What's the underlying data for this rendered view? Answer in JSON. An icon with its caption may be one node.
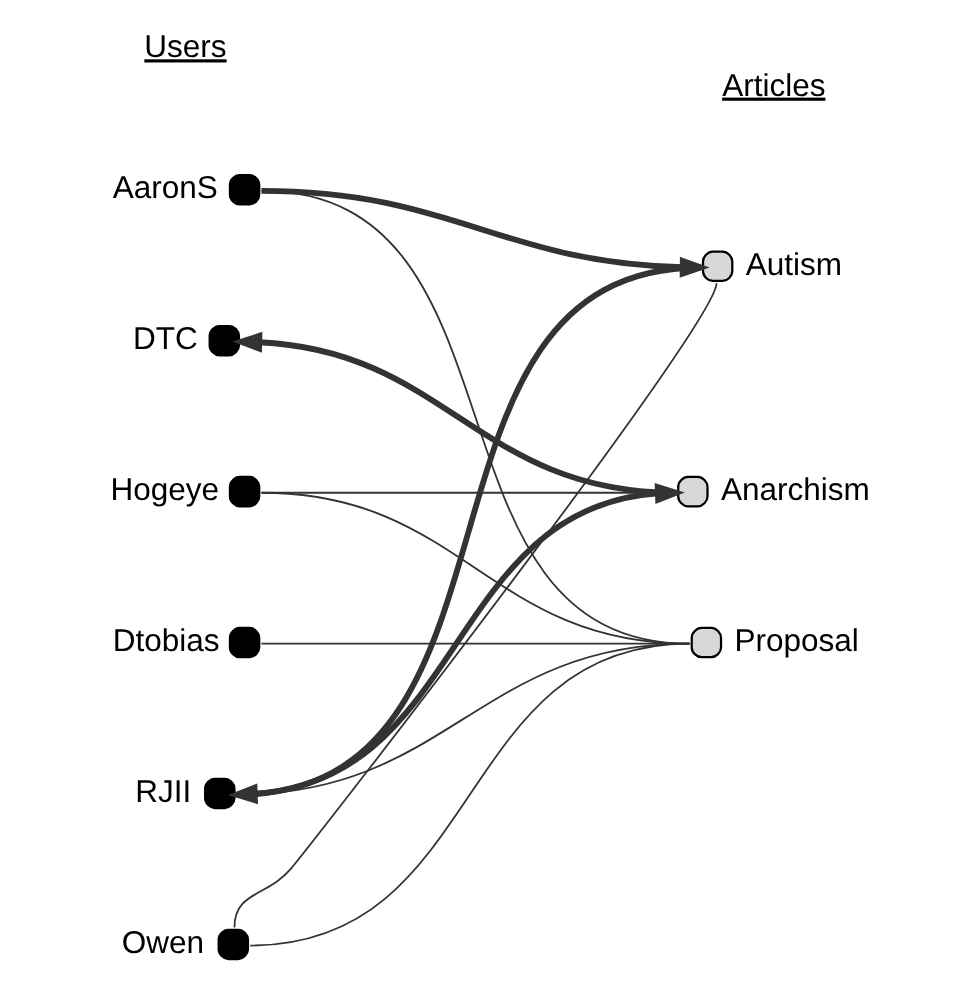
{
  "diagram": {
    "nodes": [
      {
        "text": [
          "AaronS"
        ]
      },
      {
        "text": [
          "DTC"
        ]
      },
      {
        "text": [
          "Hogeye"
        ]
      },
      {
        "text": [
          "Dtobias"
        ]
      },
      {
        "text": [
          "RJII"
        ]
      },
      {
        "text": [
          "Owen"
        ]
      },
      {
        "text": [
          "Autism"
        ]
      },
      {
        "text": [
          "Anarchism"
        ]
      },
      {
        "text": [
          "Proposal"
        ]
      }
    ],
    "edges": [
      {
        "from": 0,
        "to": 6,
        "arrow": "to",
        "style": "thick"
      },
      {
        "from": 0,
        "to": 8,
        "arrow": "none"
      },
      {
        "from": 7,
        "to": 1,
        "arrow": "to",
        "style": "thick"
      },
      {
        "from": 2,
        "to": 7,
        "arrow": "none"
      },
      {
        "from": 2,
        "to": 8,
        "arrow": "none"
      },
      {
        "from": 3,
        "to": 8,
        "arrow": "none"
      },
      {
        "from": 6,
        "to": 4,
        "arrow": "to",
        "style": "thick"
      },
      {
        "from": 4,
        "to": 7,
        "arrow": "to",
        "style": "thick"
      },
      {
        "from": 4,
        "to": 8,
        "arrow": "none"
      },
      {
        "from": 5,
        "to": 6,
        "arrow": "none"
      },
      {
        "from": 5,
        "to": 8,
        "arrow": "none"
      }
    ],
    "labels": [
      "Users",
      "Articles"
    ]
  }
}
